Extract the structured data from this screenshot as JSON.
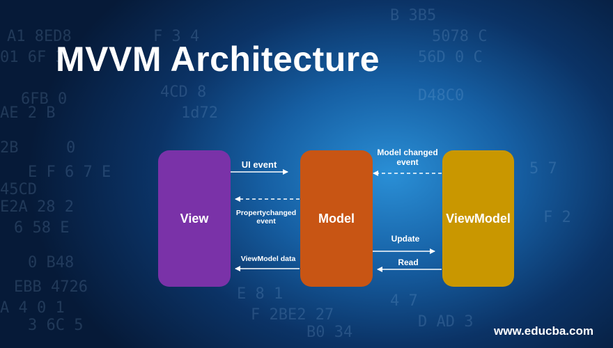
{
  "title": "MVVM Architecture",
  "boxes": {
    "view": "View",
    "model": "Model",
    "viewmodel": "ViewModel"
  },
  "labels": {
    "ui_event": "UI event",
    "model_changed": "Model changed event",
    "property_changed": "Propertychanged event",
    "viewmodel_data": "ViewModel data",
    "update": "Update",
    "read": "Read"
  },
  "footer": "www.educba.com",
  "colors": {
    "view": "#7a32a8",
    "model": "#c85514",
    "viewmodel": "#c99700"
  }
}
